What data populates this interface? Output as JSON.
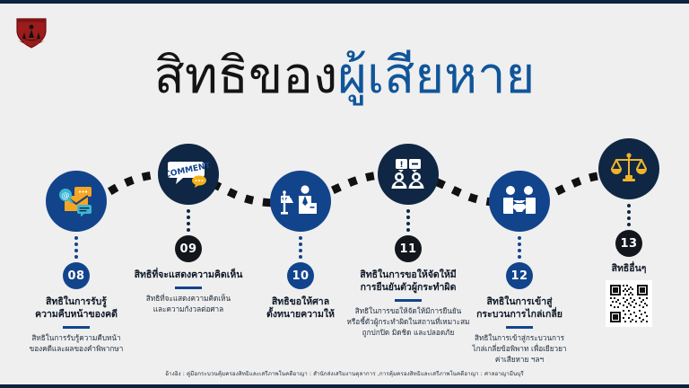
{
  "page": {
    "background": "#efefef",
    "accent_navy": "#0f2744",
    "accent_blue": "#12448c",
    "accent_gold": "#f0b429",
    "border_color": "#0d2340"
  },
  "logo": {
    "name": "court-emblem-logo",
    "shield_color": "#9c1b1b",
    "alt": "ตราสัญลักษณ์ศาล"
  },
  "title": {
    "part1": "สิทธิของ",
    "part2": "ผู้เสียหาย"
  },
  "nodes": [
    {
      "number": "08",
      "icon": "email-message-icon",
      "bubble_style": "blue",
      "dot_style": "blue",
      "heading_line1": "สิทธิในการรับรู้",
      "heading_line2": "ความคืบหน้าของคดี",
      "sub_line1": "สิทธิในการรับรู้ความคืบหน้า",
      "sub_line2": "ของคดีและผลของคำพิพากษา",
      "has_rule": true
    },
    {
      "number": "09",
      "icon": "comment-bubble-icon",
      "bubble_style": "navy",
      "dot_style": "navy",
      "heading_line1": "สิทธิที่จะแสดงความคิดเห็น",
      "heading_line2": "",
      "sub_line1": "สิทธิที่จะแสดงความคิดเห็น",
      "sub_line2": "และความกังวลต่อศาล",
      "has_rule": true,
      "icon_label": "COMMENT"
    },
    {
      "number": "10",
      "icon": "lawyer-scales-icon",
      "bubble_style": "blue",
      "dot_style": "blue",
      "heading_line1": "สิทธิขอให้ศาล",
      "heading_line2": "ตั้งทนายความให้",
      "sub_line1": "",
      "sub_line2": "",
      "has_rule": false
    },
    {
      "number": "11",
      "icon": "identify-offender-icon",
      "bubble_style": "navy",
      "dot_style": "navy",
      "heading_line1": "สิทธิในการขอให้จัดให้มี",
      "heading_line2": "การยืนยันตัวผู้กระทำผิด",
      "sub_line1": "สิทธิในการขอให้จัดให้มีการยืนยัน",
      "sub_line2": "หรือชี้ตัวผู้กระทำผิดในสถานที่เหมาะสม",
      "sub_line3": "ถูกปกปิด มิดชิด และปลอดภัย",
      "has_rule": true
    },
    {
      "number": "12",
      "icon": "handshake-icon",
      "bubble_style": "blue",
      "dot_style": "blue",
      "heading_line1": "สิทธิในการเข้าสู่",
      "heading_line2": "กระบวนการไกล่เกลี่ย",
      "sub_line1": "สิทธิในการเข้าสู่กระบวนการ",
      "sub_line2": "ไกล่เกลี่ยข้อพิพาท เพื่อเยียวยา",
      "sub_line3": "ค่าเสียหาย ฯลฯ",
      "has_rule": true
    },
    {
      "number": "13",
      "icon": "scales-of-justice-icon",
      "bubble_style": "navy",
      "dot_style": "navy",
      "heading_line1": "สิทธิอื่นๆ",
      "heading_line2": "",
      "sub_line1": "",
      "sub_line2": "",
      "has_rule": false,
      "has_qr": true
    }
  ],
  "footer": {
    "text": "อ้างอิง : คู่มือกระบวนคุ้มครองสิทธิและเสรีภาพในคดีอาญา : สำนักส่งเสริมงานตุลาการ ,การคุ้มครองสิทธิและเสรีภาพในคดีอาญา : ศาลอาญามีนบุรี"
  }
}
